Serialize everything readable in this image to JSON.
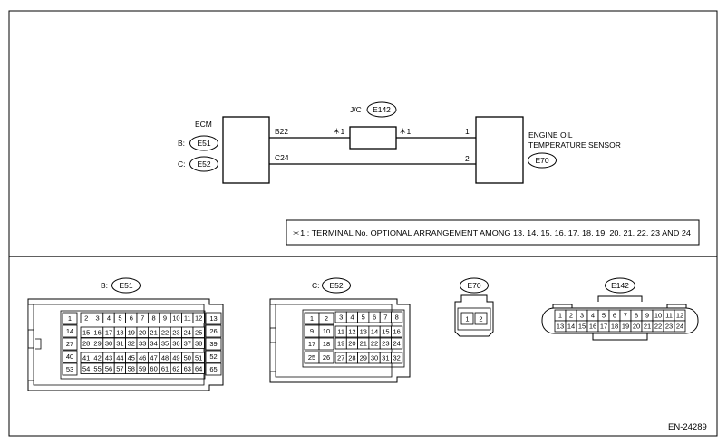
{
  "ecm": {
    "name": "ECM",
    "b_prefix": "B:",
    "b_code": "E51",
    "c_prefix": "C:",
    "c_code": "E52",
    "term_b": "B22",
    "term_c": "C24"
  },
  "jc": {
    "label": "J/C",
    "code": "E142",
    "star_left": "＊1",
    "star_right": "＊1"
  },
  "sensor": {
    "line1": "ENGINE OIL",
    "line2": "TEMPERATURE SENSOR",
    "code": "E70",
    "pin1": "1",
    "pin2": "2"
  },
  "note": "＊1 : TERMINAL No. OPTIONAL ARRANGEMENT AMONG 13, 14, 15, 16, 17, 18, 19, 20, 21, 22, 23 AND 24",
  "connectors": {
    "e51": {
      "prefix": "B:",
      "code": "E51",
      "left_col": [
        "1",
        "14",
        "27",
        "40",
        "53"
      ],
      "rows": [
        [
          "2",
          "3",
          "4",
          "5",
          "6",
          "7",
          "8",
          "9",
          "10",
          "11",
          "12"
        ],
        [
          "15",
          "16",
          "17",
          "18",
          "19",
          "20",
          "21",
          "22",
          "23",
          "24",
          "25"
        ],
        [
          "28",
          "29",
          "30",
          "31",
          "32",
          "33",
          "34",
          "35",
          "36",
          "37",
          "38"
        ],
        [
          "41",
          "42",
          "43",
          "44",
          "45",
          "46",
          "47",
          "48",
          "49",
          "50",
          "51"
        ],
        [
          "54",
          "55",
          "56",
          "57",
          "58",
          "59",
          "60",
          "61",
          "62",
          "63",
          "64"
        ]
      ],
      "right_col": [
        "13",
        "26",
        "39",
        "52",
        "65"
      ]
    },
    "e52": {
      "prefix": "C:",
      "code": "E52",
      "left_rows": [
        [
          "1",
          "2"
        ],
        [
          "9",
          "10"
        ],
        [
          "17",
          "18"
        ],
        [
          "25",
          "26"
        ]
      ],
      "right_rows": [
        [
          "3",
          "4",
          "5",
          "6",
          "7",
          "8"
        ],
        [
          "11",
          "12",
          "13",
          "14",
          "15",
          "16"
        ],
        [
          "19",
          "20",
          "21",
          "22",
          "23",
          "24"
        ],
        [
          "27",
          "28",
          "29",
          "30",
          "31",
          "32"
        ]
      ]
    },
    "e70": {
      "code": "E70",
      "pins": [
        "1",
        "2"
      ]
    },
    "e142": {
      "code": "E142",
      "rows": [
        [
          "1",
          "2",
          "3",
          "4",
          "5",
          "6",
          "7",
          "8",
          "9",
          "10",
          "11",
          "12"
        ],
        [
          "13",
          "14",
          "15",
          "16",
          "17",
          "18",
          "19",
          "20",
          "21",
          "22",
          "23",
          "24"
        ]
      ]
    }
  },
  "figure_id": "EN-24289"
}
